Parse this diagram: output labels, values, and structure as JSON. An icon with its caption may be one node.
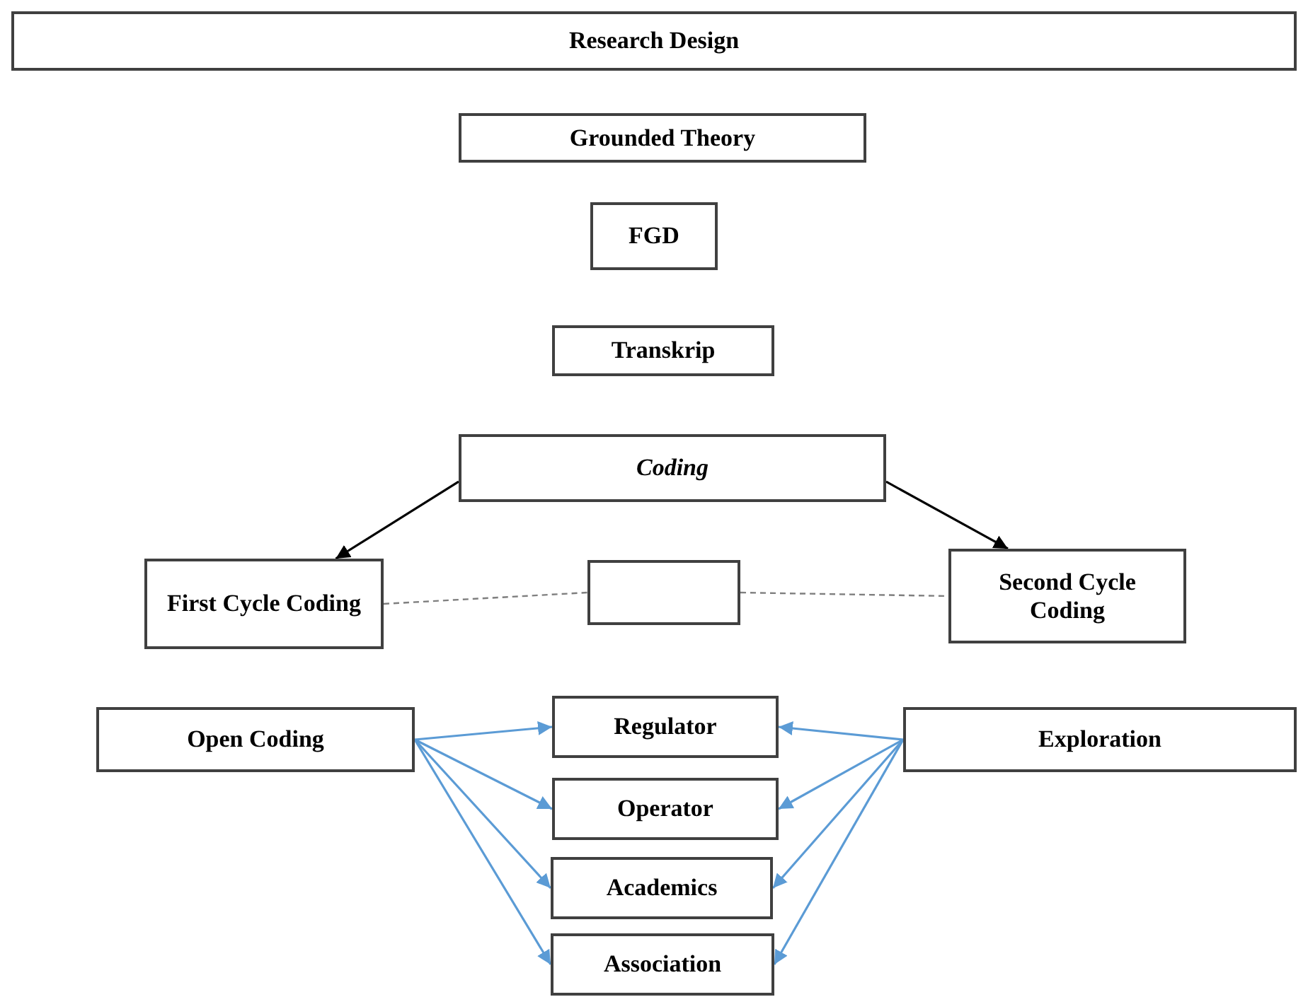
{
  "diagram": {
    "nodes": [
      {
        "text": [
          "Research Design"
        ]
      },
      {
        "text": [
          "Grounded Theory"
        ]
      },
      {
        "text": [
          "FGD"
        ]
      },
      {
        "text": [
          "Transkrip"
        ]
      },
      {
        "text": [
          "Coding"
        ]
      },
      {
        "text": [
          "First Cycle Coding"
        ]
      },
      {
        "text": [],
        "shape": "box"
      },
      {
        "text": [
          "Second Cycle Coding"
        ]
      },
      {
        "text": [
          "Open Coding"
        ]
      },
      {
        "text": [
          "Regulator"
        ]
      },
      {
        "text": [
          "Operator"
        ]
      },
      {
        "text": [
          "Academics"
        ]
      },
      {
        "text": [
          "Association"
        ]
      },
      {
        "text": [
          "Exploration"
        ]
      }
    ],
    "edges": [
      {
        "from": 4,
        "to": 5,
        "arrow": "to",
        "color": "#000000"
      },
      {
        "from": 4,
        "to": 7,
        "arrow": "to",
        "color": "#000000"
      },
      {
        "from": 5,
        "to": 6,
        "arrow": "none",
        "style": "dashed",
        "color": "#7f7f7f"
      },
      {
        "from": 6,
        "to": 7,
        "arrow": "none",
        "style": "dashed",
        "color": "#7f7f7f"
      },
      {
        "from": 8,
        "to": 9,
        "arrow": "to"
      },
      {
        "from": 8,
        "to": 10,
        "arrow": "to"
      },
      {
        "from": 8,
        "to": 11,
        "arrow": "to"
      },
      {
        "from": 8,
        "to": 12,
        "arrow": "to"
      },
      {
        "from": 13,
        "to": 9,
        "arrow": "to"
      },
      {
        "from": 13,
        "to": 10,
        "arrow": "to"
      },
      {
        "from": 13,
        "to": 11,
        "arrow": "to"
      },
      {
        "from": 13,
        "to": 12,
        "arrow": "to"
      }
    ]
  }
}
